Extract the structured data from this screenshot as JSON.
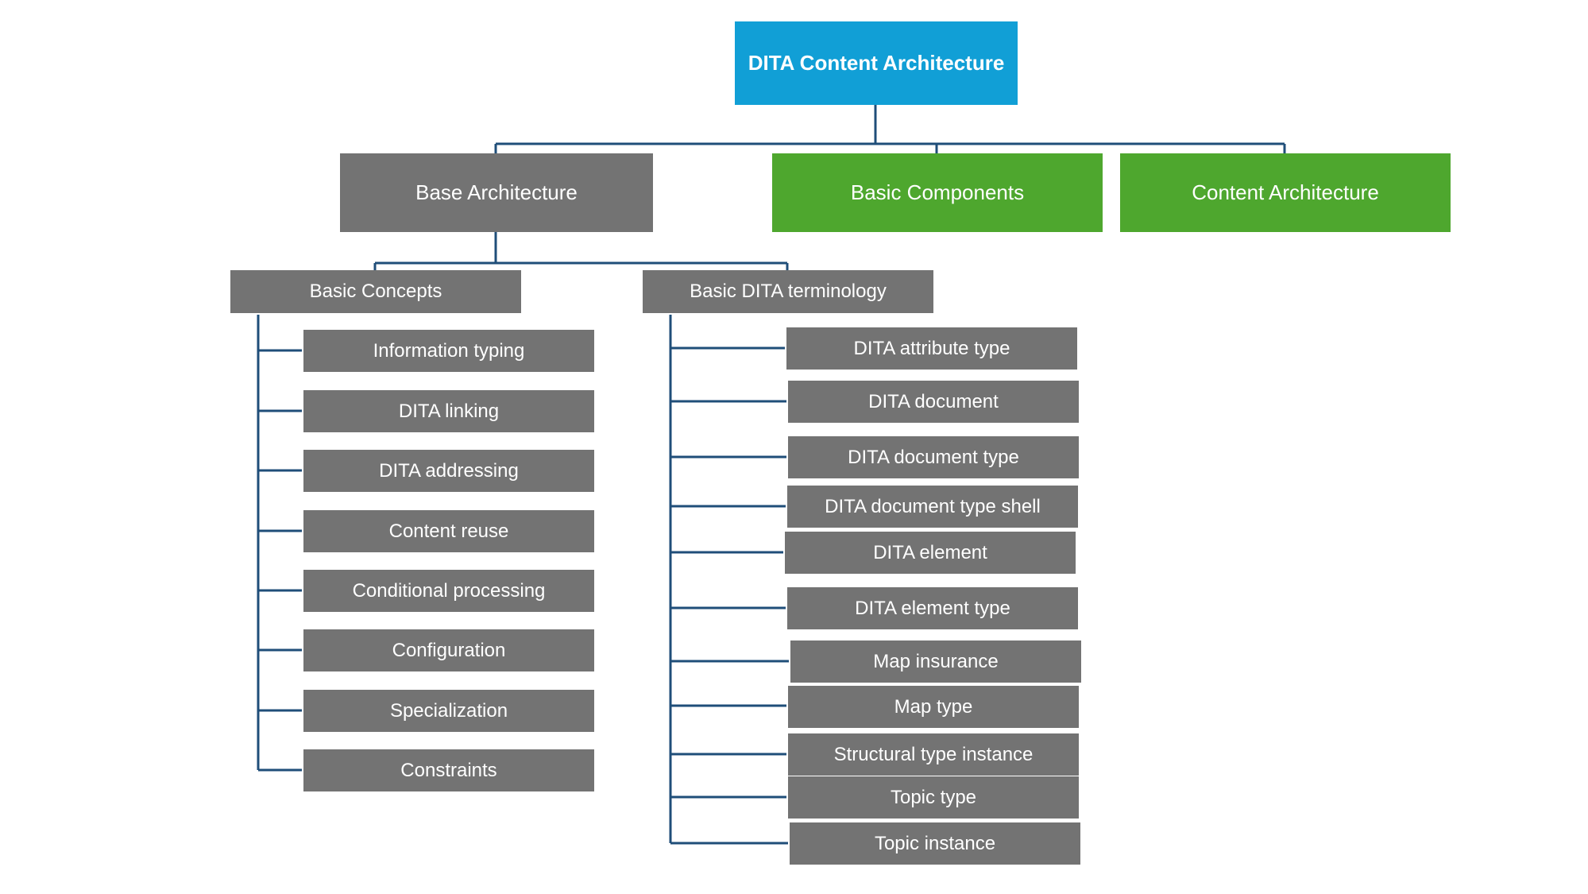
{
  "colors": {
    "root_fill": "#119fd6",
    "gray_fill": "#737373",
    "green_fill": "#4ea72e",
    "connector": "#1f4e79"
  },
  "root": {
    "label": "DITA Content Architecture"
  },
  "level1": [
    {
      "label": "Base Architecture",
      "fill": "gray"
    },
    {
      "label": "Basic Components",
      "fill": "green"
    },
    {
      "label": "Content Architecture",
      "fill": "green"
    }
  ],
  "base_architecture": {
    "groups": [
      {
        "label": "Basic Concepts",
        "items": [
          "Information typing",
          "DITA linking",
          "DITA addressing",
          "Content reuse",
          "Conditional processing",
          "Configuration",
          "Specialization",
          "Constraints"
        ]
      },
      {
        "label": "Basic DITA terminology",
        "items": [
          "DITA attribute type",
          "DITA document",
          "DITA document type",
          "DITA document type shell",
          "DITA element",
          "DITA element type",
          "Map insurance",
          "Map type",
          "Structural type instance",
          "Topic type",
          "Topic instance"
        ]
      }
    ]
  }
}
